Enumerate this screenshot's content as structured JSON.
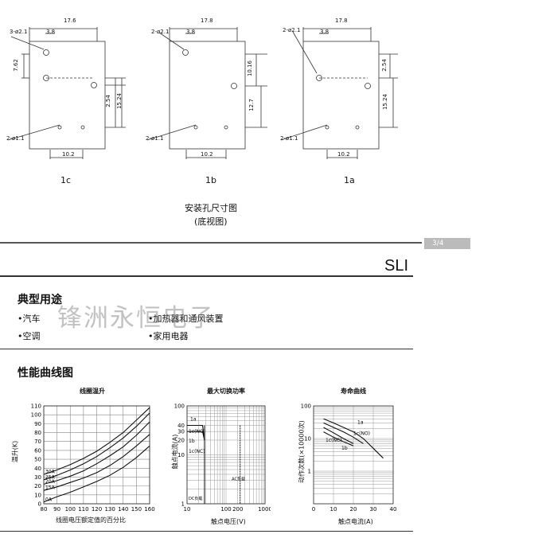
{
  "drawings": {
    "items": [
      {
        "caption": "1c",
        "width_dim": "17.6",
        "hole_a": "3-ø2.1",
        "off": "3.8",
        "v1": "7.62",
        "v2": "2.54",
        "v3": "15.24",
        "hole_b": "2-ø1.1",
        "bottom": "10.2"
      },
      {
        "caption": "1b",
        "width_dim": "17.8",
        "hole_a": "2-ø2.1",
        "off": "3.8",
        "v1": "10.16",
        "v2": "12.7",
        "hole_b": "2-ø1.1",
        "bottom": "10.2"
      },
      {
        "caption": "1a",
        "width_dim": "17.8",
        "hole_a": "2-ø2.1",
        "off": "3.8",
        "v1": "2.54",
        "v2": "15.24",
        "hole_b": "2-ø1.1",
        "bottom": "10.2"
      }
    ],
    "title_line1": "安装孔尺寸图",
    "title_line2": "(底视图)"
  },
  "page_tag": "3/4",
  "series_name": "SLI",
  "usage": {
    "heading": "典型用途",
    "items": [
      "•汽车",
      "•加热器和通风装置",
      "•空调",
      "•家用电器"
    ]
  },
  "watermark": "锋洲永恒电子",
  "curves": {
    "heading": "性能曲线图"
  },
  "chart_data": [
    {
      "type": "line",
      "title": "线圈温升",
      "xlabel": "线圈电压额定值的百分比",
      "ylabel": "温升(K)",
      "xlim": [
        80,
        160
      ],
      "ylim": [
        0,
        110
      ],
      "xticks": [
        "80",
        "90",
        "100",
        "110",
        "120",
        "130",
        "140",
        "150",
        "160"
      ],
      "yticks": [
        "0",
        "10",
        "20",
        "30",
        "40",
        "50",
        "60",
        "70",
        "80",
        "90",
        "100",
        "110"
      ],
      "series": [
        {
          "name": "30A",
          "x": [
            80,
            90,
            100,
            110,
            120,
            130,
            140,
            150,
            160
          ],
          "y": [
            33,
            38,
            44,
            51,
            59,
            69,
            80,
            94,
            108
          ]
        },
        {
          "name": "25A",
          "x": [
            80,
            90,
            100,
            110,
            120,
            130,
            140,
            150,
            160
          ],
          "y": [
            27,
            32,
            38,
            45,
            53,
            63,
            74,
            87,
            102
          ]
        },
        {
          "name": "20A",
          "x": [
            80,
            90,
            100,
            110,
            120,
            130,
            140,
            150,
            160
          ],
          "y": [
            22,
            26,
            31,
            37,
            45,
            54,
            64,
            77,
            92
          ]
        },
        {
          "name": "15A",
          "x": [
            80,
            90,
            100,
            110,
            120,
            130,
            140,
            150,
            160
          ],
          "y": [
            15,
            19,
            24,
            29,
            35,
            43,
            53,
            65,
            78
          ]
        },
        {
          "name": "0A",
          "x": [
            80,
            90,
            100,
            110,
            120,
            130,
            140,
            150,
            160
          ],
          "y": [
            2,
            8,
            13,
            19,
            25,
            32,
            41,
            52,
            65
          ]
        }
      ]
    },
    {
      "type": "line",
      "title": "最大切换功率",
      "xlabel": "触点电压(V)",
      "ylabel": "触点电流(A)",
      "xscale": "log",
      "yscale": "log",
      "xticks": [
        "10",
        "100",
        "200",
        "1000"
      ],
      "yticks": [
        "1",
        "10",
        "20",
        "30",
        "40",
        "100"
      ],
      "labels": [
        "1a",
        "1c(NO)",
        "1b",
        "1c(NC)",
        "AC负载",
        "DC负载"
      ],
      "series": [
        {
          "name": "1a",
          "x": [
            10,
            20,
            25,
            28
          ],
          "y": [
            40,
            40,
            40,
            20
          ]
        },
        {
          "name": "1c(NO)",
          "x": [
            10,
            20,
            25,
            28
          ],
          "y": [
            30,
            30,
            30,
            20
          ]
        }
      ]
    },
    {
      "type": "line",
      "title": "寿命曲线",
      "xlabel": "触点电流(A)",
      "ylabel": "动作次数(×10000次)",
      "yscale": "log",
      "xlim": [
        0,
        40
      ],
      "xticks": [
        "0",
        "10",
        "20",
        "30",
        "40"
      ],
      "yticks": [
        "1",
        "10",
        "100"
      ],
      "series": [
        {
          "name": "1a",
          "x": [
            5,
            10,
            15,
            20,
            25,
            30,
            35
          ],
          "y": [
            40,
            30,
            22,
            16,
            10,
            5,
            2.5
          ]
        },
        {
          "name": "1c(NO)",
          "x": [
            5,
            10,
            15,
            20,
            25
          ],
          "y": [
            30,
            22,
            16,
            11,
            7
          ]
        },
        {
          "name": "1c(NC)",
          "x": [
            5,
            10,
            15,
            20
          ],
          "y": [
            22,
            15,
            10,
            7
          ]
        },
        {
          "name": "1b",
          "x": [
            5,
            10,
            15,
            20
          ],
          "y": [
            16,
            11,
            8,
            6
          ]
        }
      ]
    }
  ]
}
